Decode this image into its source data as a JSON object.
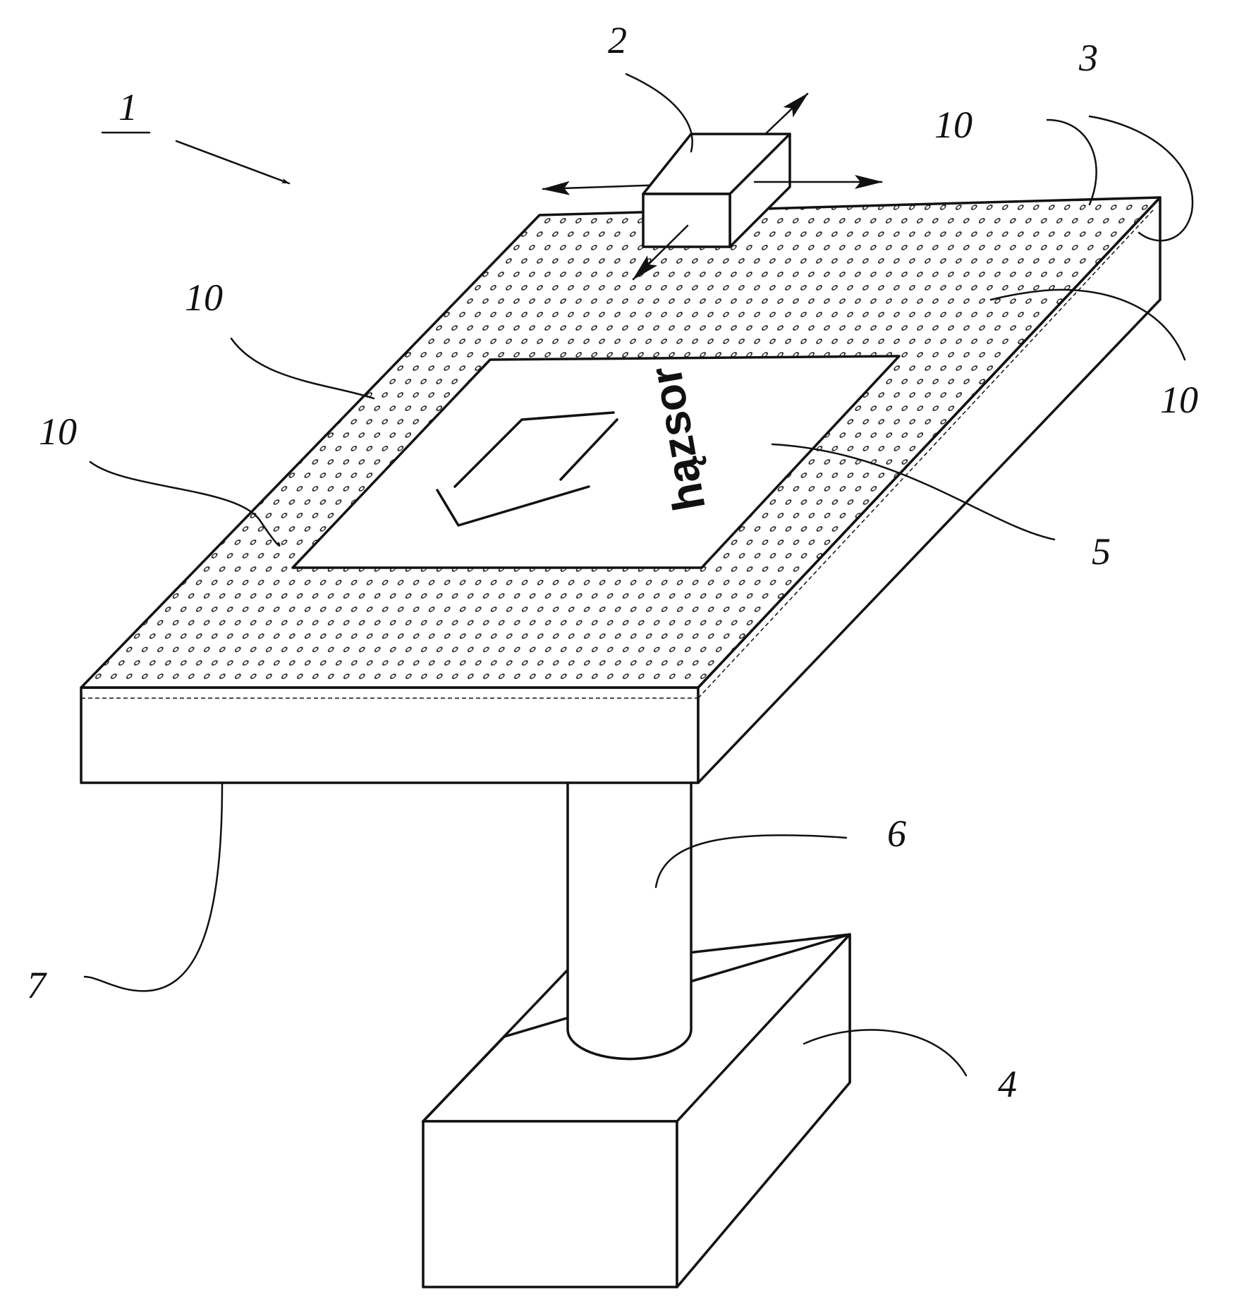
{
  "figure": {
    "labels": {
      "device": "1",
      "head": "2",
      "edge": "3",
      "base": "4",
      "workpiece": "5",
      "column": "6",
      "table": "7",
      "holes_top": "10",
      "holes_left": "10",
      "holes_left_lower": "10",
      "holes_right": "10"
    },
    "workpiece_print": "hązsor"
  }
}
